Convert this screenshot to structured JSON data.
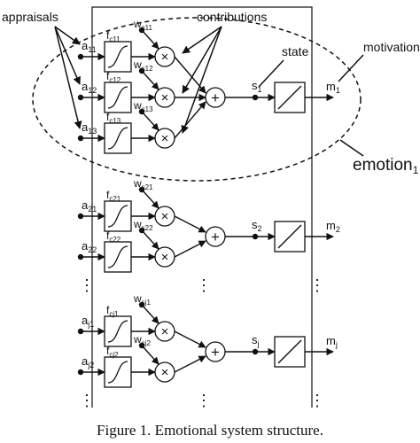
{
  "callouts": {
    "appraisals": "appraisals",
    "contributions": "contributions",
    "state": "state",
    "motivation": "motivation",
    "emotion": "emotion",
    "emotion_sub": "1"
  },
  "groups": [
    {
      "inputs": [
        {
          "main": "a",
          "sub": "11",
          "f_sub": "c11",
          "w_sub": "s11"
        },
        {
          "main": "a",
          "sub": "12",
          "f_sub": "c12",
          "w_sub": "s12"
        },
        {
          "main": "a",
          "sub": "13",
          "f_sub": "c13",
          "w_sub": "s13"
        }
      ],
      "state": {
        "main": "s",
        "sub": "1"
      },
      "output": {
        "main": "m",
        "sub": "1"
      },
      "continues": false
    },
    {
      "inputs": [
        {
          "main": "a",
          "sub": "21",
          "f_sub": "c21",
          "w_sub": "s21"
        },
        {
          "main": "a",
          "sub": "22",
          "f_sub": "c22",
          "w_sub": "s22"
        }
      ],
      "state": {
        "main": "s",
        "sub": "2"
      },
      "output": {
        "main": "m",
        "sub": "2"
      },
      "continues": true
    },
    {
      "inputs": [
        {
          "main": "a",
          "sub": "j1",
          "f_sub": "cj1",
          "w_sub": "sj1"
        },
        {
          "main": "a",
          "sub": "j2",
          "f_sub": "cj2",
          "w_sub": "sj2"
        }
      ],
      "state": {
        "main": "s",
        "sub": "j"
      },
      "output": {
        "main": "m",
        "sub": "j"
      },
      "continues": true
    }
  ],
  "symbols": {
    "function_prefix": "f",
    "weight_prefix": "w",
    "multiply": "×",
    "sum": "+",
    "ellipsis": "⋮"
  },
  "caption": "Figure 1.   Emotional system structure."
}
